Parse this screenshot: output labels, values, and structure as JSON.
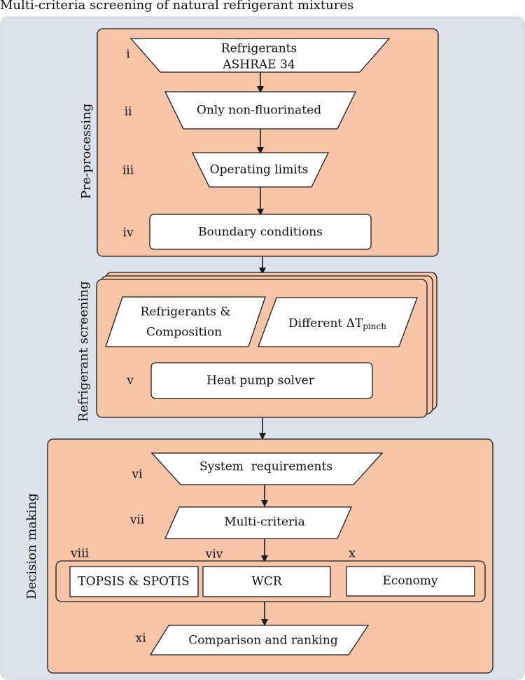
{
  "title": "Multi-criteria screening of natural refrigerant mixtures",
  "colors": {
    "panel": "#dde1ea",
    "section": "#f8c5a8",
    "box": "#ffffff",
    "stroke": "#1a1a1a"
  },
  "sections": {
    "preprocessing": "Pre-processing",
    "screening": "Refrigerant screening",
    "decision": "Decision making"
  },
  "steps": {
    "i": {
      "numeral": "i",
      "line1": "Refrigerants",
      "line2": "ASHRAE 34"
    },
    "ii": {
      "numeral": "ii",
      "label": "Only non-fluorinated"
    },
    "iii": {
      "numeral": "iii",
      "label": "Operating limits"
    },
    "iv": {
      "numeral": "iv",
      "label": "Boundary conditions"
    },
    "refcomp": {
      "line1": "Refrigerants &",
      "line2": "Composition"
    },
    "dtpinch": {
      "prefix": "Different ",
      "delta": "ΔT",
      "subscript": "pinch"
    },
    "v": {
      "numeral": "v",
      "label": "Heat pump solver"
    },
    "vi": {
      "numeral": "vi",
      "label": "System  requirements"
    },
    "vii": {
      "numeral": "vii",
      "label": "Multi-criteria"
    },
    "viii": {
      "numeral": "viii",
      "label": "TOPSIS & SPOTIS"
    },
    "viv": {
      "numeral": "viv",
      "label": "WCR"
    },
    "x": {
      "numeral": "x",
      "label": "Economy"
    },
    "xi": {
      "numeral": "xi",
      "label": "Comparison and ranking"
    }
  }
}
